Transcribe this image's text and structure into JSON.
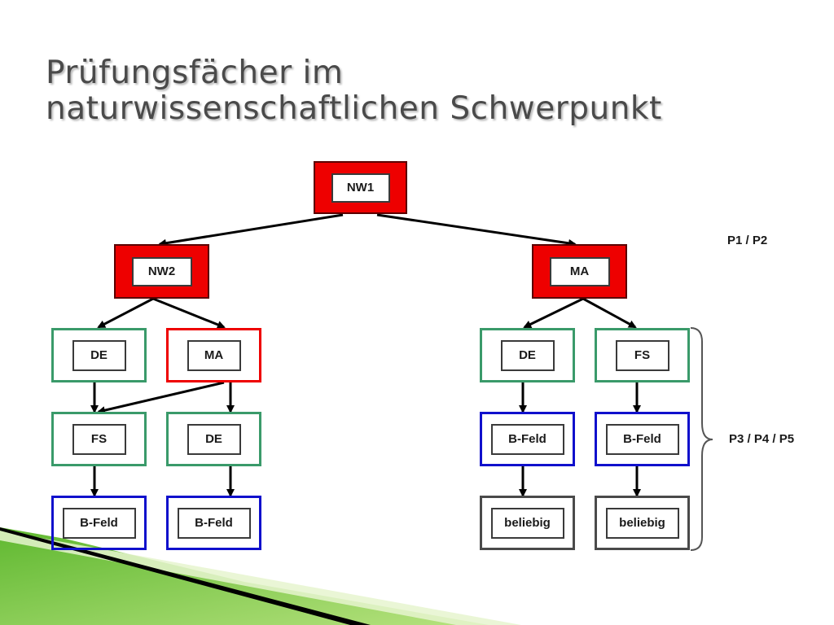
{
  "title": {
    "line1": "Prüfungsfächer im",
    "line2": "naturwissenschaftlichen Schwerpunkt"
  },
  "colors": {
    "red": "#ee0000",
    "green": "#3a9a6a",
    "blue": "#1010cc",
    "gray": "#4a4a4a",
    "arrow": "#000000",
    "decor_green": "#7ac943"
  },
  "nodes": {
    "nw1": "NW1",
    "nw2": "NW2",
    "ma_top": "MA",
    "left_de": "DE",
    "left_ma": "MA",
    "left_fs": "FS",
    "left_de2": "DE",
    "left_bfeld1": "B-Feld",
    "left_bfeld2": "B-Feld",
    "right_de": "DE",
    "right_fs": "FS",
    "right_bfeld1": "B-Feld",
    "right_bfeld2": "B-Feld",
    "right_beliebig1": "beliebig",
    "right_beliebig2": "beliebig"
  },
  "labels": {
    "p1p2": "P1 / P2",
    "p3p4p5": "P3 / P4 / P5"
  }
}
